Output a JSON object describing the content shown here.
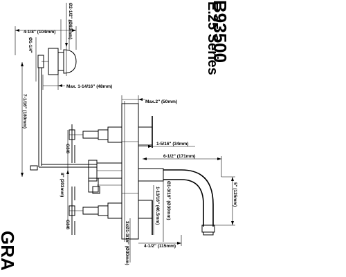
{
  "title": {
    "model": "B93500",
    "series": "E.25 Series",
    "brand": "GRA"
  },
  "dimensions": {
    "dia_handle": "Ø2-1/2\" (Ø63mm)",
    "handle_depth": "4-1/8\" (104mm)",
    "dia_small": "Ø1-1/4\"",
    "max_1_14": "Max. 1-14/16\" (48mm)",
    "max_2": "Max.2\" (50mm)",
    "left_height": "7-1/16\" (180mm)",
    "stem_1_5_16": "1-5/16\" (34mm)",
    "spout_reach": "6-1/2\" (171mm)",
    "center_8": "8\" (203mm)",
    "spout_height": "5\" (125mm)",
    "dia_spout": "Ø1-3/16\" (Ø30mm)",
    "base_1_13": "1-13/16\" (46.5mm)",
    "base_4_1_2": "4-1/2\" (115mm)",
    "base_dia": "3xØ1-3/16\" (Ø30mm)",
    "g38_top": "G3/8",
    "g38_bottom": "G3/8"
  }
}
